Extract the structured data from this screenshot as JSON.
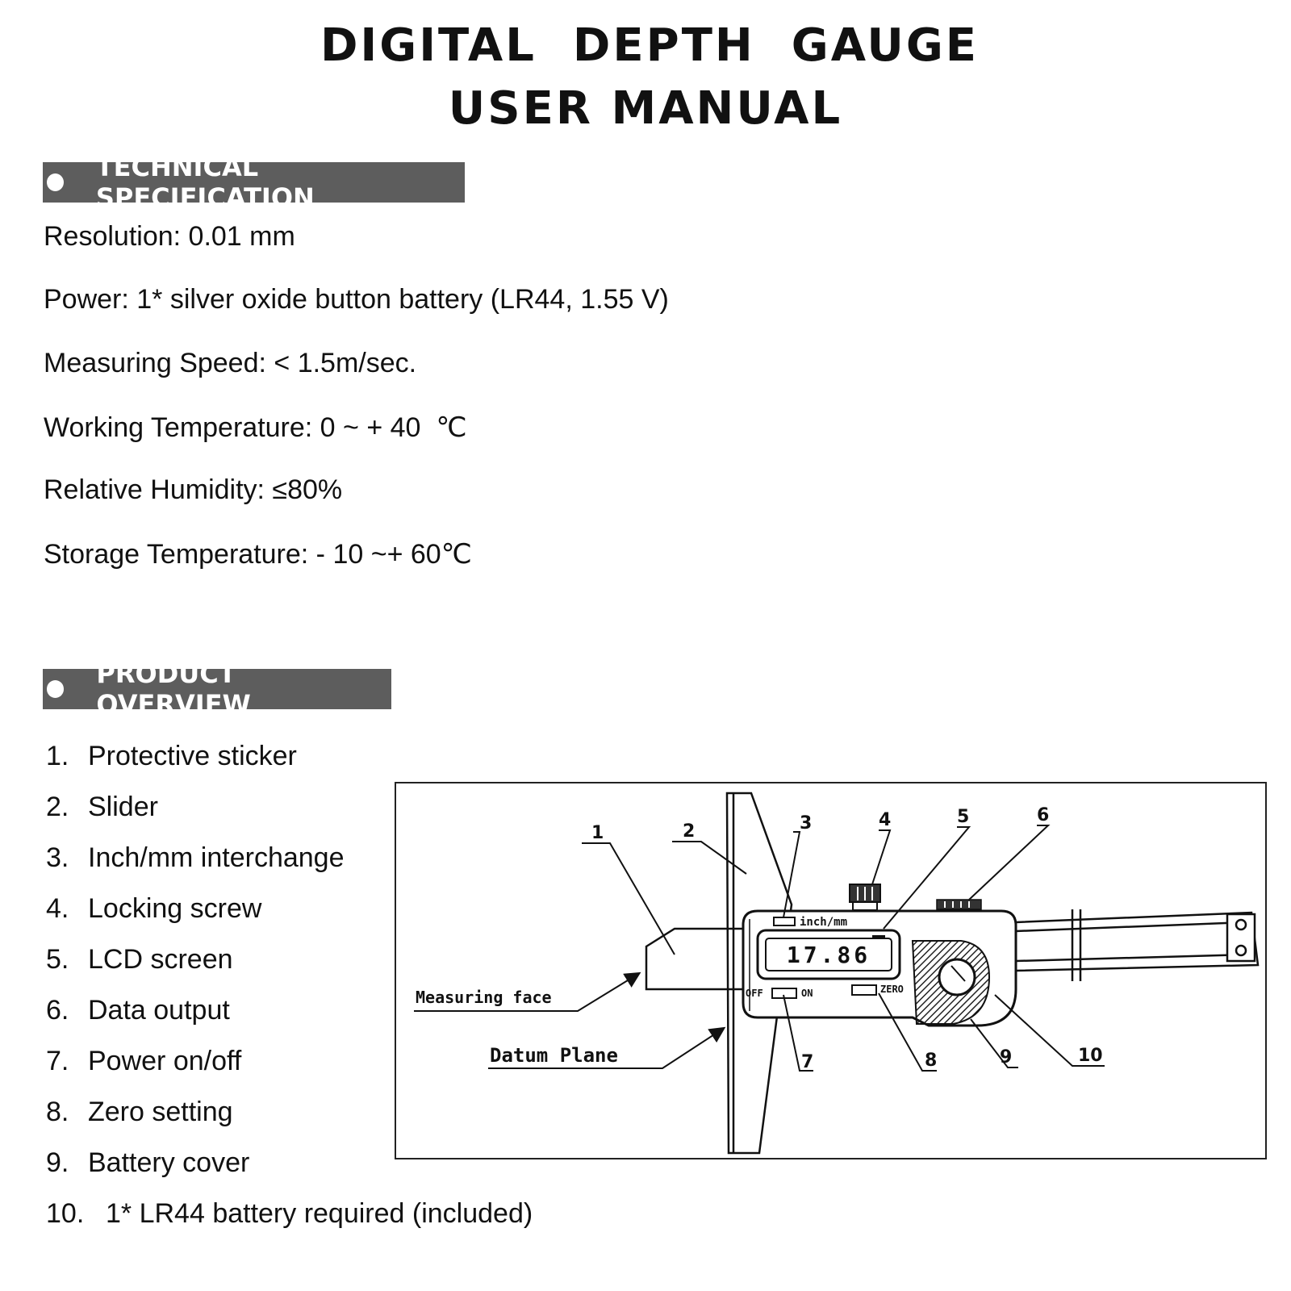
{
  "header": {
    "title_line1": "DIGITAL  DEPTH  GAUGE",
    "title_line2": "USER MANUAL"
  },
  "technical_specification": {
    "heading": "TECHNICAL SPECIFICATION",
    "items": [
      "Resolution: 0.01 mm",
      "Power: 1* silver oxide button battery (LR44, 1.55 V)",
      "Measuring Speed: < 1.5m/sec.",
      "Working Temperature: 0 ~ + 40  ℃",
      "Relative Humidity: ≤80%",
      "Storage Temperature: - 10 ~+ 60℃"
    ]
  },
  "product_overview": {
    "heading": "PRODUCT OVERVIEW",
    "items": [
      {
        "num": "1.",
        "label": "Protective sticker"
      },
      {
        "num": "2.",
        "label": "Slider"
      },
      {
        "num": "3.",
        "label": "Inch/mm interchange"
      },
      {
        "num": "4.",
        "label": "Locking screw"
      },
      {
        "num": "5.",
        "label": "LCD screen"
      },
      {
        "num": "6.",
        "label": "Data output"
      },
      {
        "num": "7.",
        "label": "Power on/off"
      },
      {
        "num": "8.",
        "label": "Zero setting"
      },
      {
        "num": "9.",
        "label": "Battery cover"
      },
      {
        "num": "10.",
        "label": "1* LR44 battery required (included)"
      }
    ]
  },
  "diagram": {
    "callouts": [
      "1",
      "2",
      "3",
      "4",
      "5",
      "6",
      "7",
      "8",
      "9",
      "10"
    ],
    "lcd_reading": "17.86",
    "button_inch_mm": "inch/mm",
    "button_off": "OFF",
    "button_on": "ON",
    "button_zero": "ZERO",
    "label_measuring_face": "Measuring face",
    "label_datum_plane": "Datum Plane"
  }
}
